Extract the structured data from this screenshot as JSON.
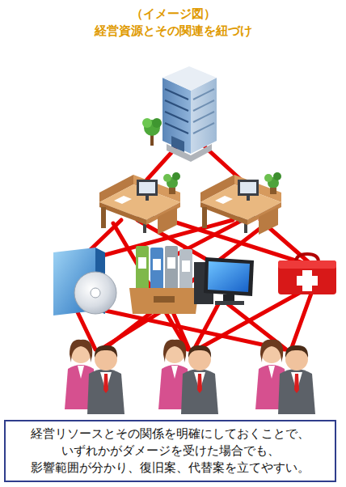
{
  "diagram": {
    "title": "経営資源とその関連を紐づけ",
    "caption": "経営リソースとその関係を明確にしておくことで、 いずれかがダメージを受けた場合でも、 影響範囲が分かり、復旧案、代替案を立てやすい。",
    "labels": [
      "（イメージ図）"
    ]
  }
}
